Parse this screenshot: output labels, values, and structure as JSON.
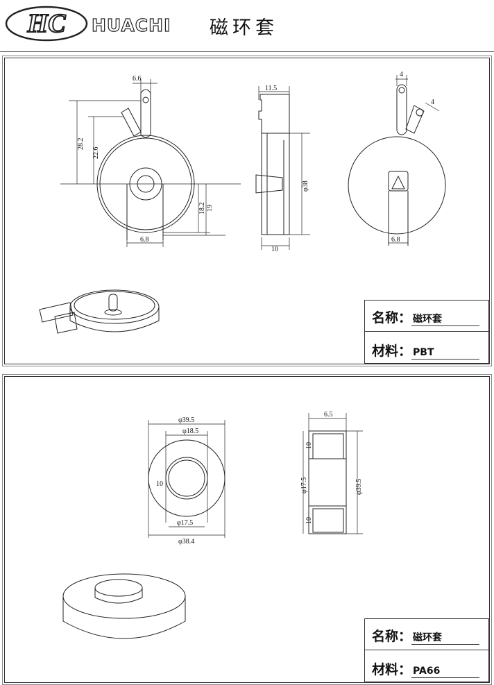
{
  "header": {
    "logo_text": "HC",
    "brand": "HUACHI",
    "title": "磁环套"
  },
  "panel1": {
    "name_label": "名称：",
    "name_value": "磁环套",
    "material_label": "材料：",
    "material_value": "PBT",
    "dims": {
      "d_6_6": "6.6",
      "d_28_2": "28.2",
      "d_22_6": "22.6",
      "d_18_2": "18.2",
      "d_19": "19",
      "d_6_8_left": "6.8",
      "d_11_5": "11.5",
      "d_38": "φ38",
      "d_10": "10",
      "d_4_top": "4",
      "d_4_side": "4",
      "d_6_8_right": "6.8"
    }
  },
  "panel2": {
    "name_label": "名称：",
    "name_value": "磁环套",
    "material_label": "材料：",
    "material_value": "PA66",
    "dims": {
      "d_39_5_top": "φ39.5",
      "d_18_5": "φ18.5",
      "d_10_left": "10",
      "d_17_5_bottom": "φ17.5",
      "d_38_4": "φ38.4",
      "d_6_5": "6.5",
      "d_10_upper": "10",
      "d_17_5_side": "φ17.5",
      "d_39_5_side": "φ39.5",
      "d_10_lower": "10"
    }
  }
}
